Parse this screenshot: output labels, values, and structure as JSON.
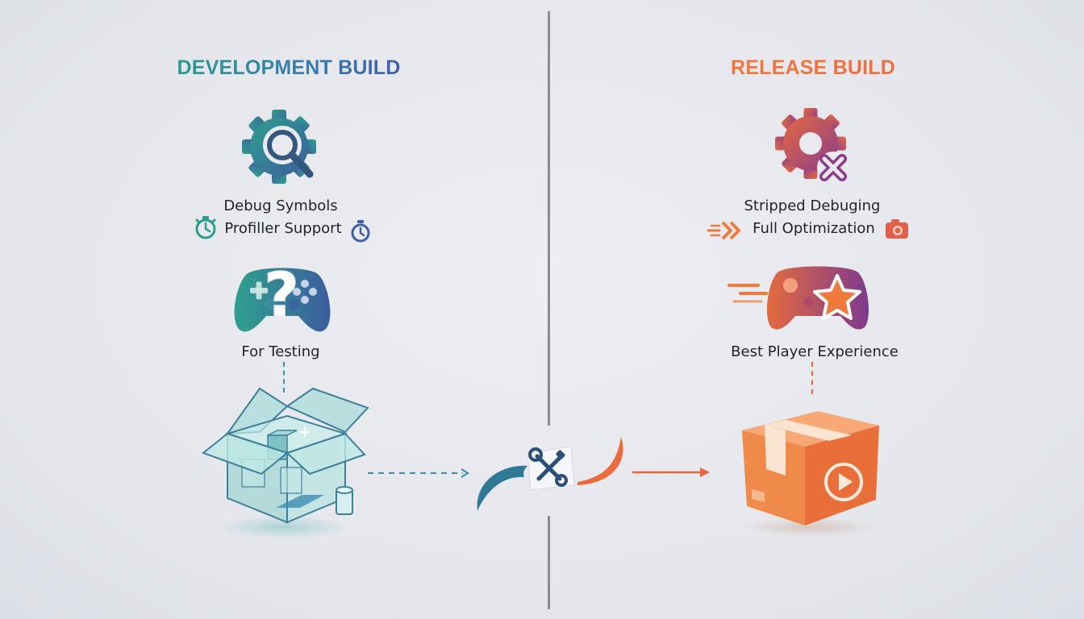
{
  "development": {
    "title": "DEVELOPMENT BUILD",
    "feature_1": "Debug Symbols",
    "feature_2": "Profiller Support",
    "purpose": "For Testing",
    "icons": [
      "gear-magnifier-icon",
      "stopwatch-icon",
      "gamepad-question-icon",
      "open-box-icon"
    ]
  },
  "release": {
    "title": "RELEASE BUILD",
    "feature_1": "Stripped Debuging",
    "feature_2": "Full Optimization",
    "purpose": "Best Player Experience",
    "icons": [
      "gear-cross-icon",
      "speed-arrows-icon",
      "camera-icon",
      "gamepad-star-icon",
      "closed-box-play-icon"
    ]
  },
  "transition": {
    "icon": "wrench-icon"
  },
  "colors": {
    "dev_accent": "#2a9d8f",
    "dev_blue": "#3e5fa8",
    "release_accent": "#f07a3d",
    "release_purple": "#8b3d8c",
    "divider": "#8a8d92"
  }
}
